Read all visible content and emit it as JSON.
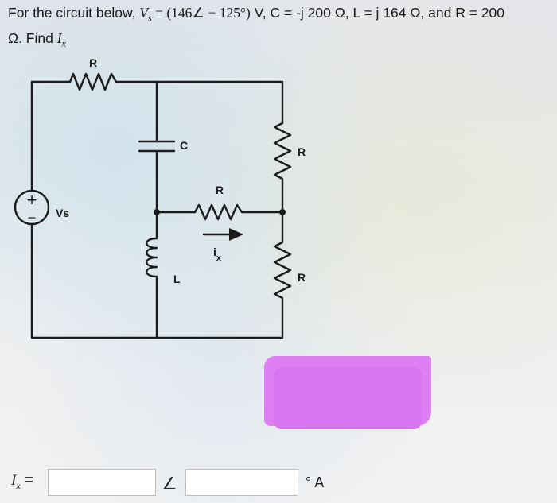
{
  "problem": {
    "intro": "For the circuit below, ",
    "vs_label": "V",
    "vs_sub": "s",
    "eq": " = (146∠ − 125°)",
    "units_and_values": " V, C = -j 200 Ω, L = j 164 Ω, and R = 200",
    "line2": "Ω. Find ",
    "target": "I",
    "target_sub": "x"
  },
  "circuit": {
    "r_top": "R",
    "c_label": "C",
    "r_right_top": "R",
    "r_mid": "R",
    "source_plus": "+",
    "source_minus": "−",
    "source_label": "Vs",
    "current_label": "i",
    "current_sub": "x",
    "l_label": "L",
    "r_right_bottom": "R"
  },
  "answer": {
    "label": "I",
    "label_sub": "x",
    "equals": "=",
    "magnitude_value": "",
    "angle_symbol": "∠",
    "angle_value": "",
    "unit": "° A"
  }
}
